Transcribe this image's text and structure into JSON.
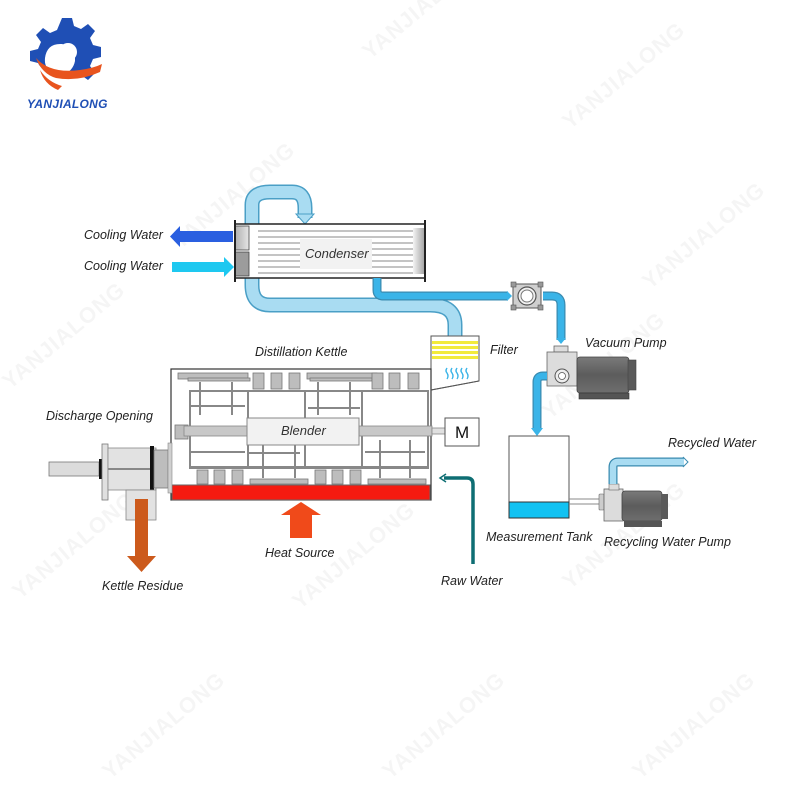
{
  "logo": {
    "brand_name": "YANJIALONG",
    "colors": {
      "gear": "#1f4fb5",
      "swoosh": "#e8541e"
    }
  },
  "watermark": {
    "text": "YANJIALONG"
  },
  "labels": {
    "cooling_water_out": "Cooling Water",
    "cooling_water_in": "Cooling Water",
    "condenser": "Condenser",
    "filter": "Filter",
    "vacuum_pump": "Vacuum Pump",
    "distillation_kettle": "Distillation Kettle",
    "discharge_opening": "Discharge Opening",
    "blender": "Blender",
    "motor": "M",
    "recycled_water": "Recycled Water",
    "measurement_tank": "Measurement Tank",
    "recycling_water_pump": "Recycling Water Pump",
    "heat_source": "Heat Source",
    "raw_water": "Raw Water",
    "kettle_residue": "Kettle Residue"
  },
  "colors": {
    "vapor_pipe": "#a9dcf2",
    "water_pipe": "#3ab4e8",
    "cooling_out": "#2a5fe0",
    "cooling_in": "#1ec8f0",
    "heater": "#f51a10",
    "heat_arrow": "#f04a1a",
    "residue_arrow": "#cc5a1c",
    "raw_water_pipe": "#0e6e73",
    "tank_water": "#12c2f2",
    "filter_stripes": "#f2ea3c",
    "motor_body": "#666666"
  }
}
